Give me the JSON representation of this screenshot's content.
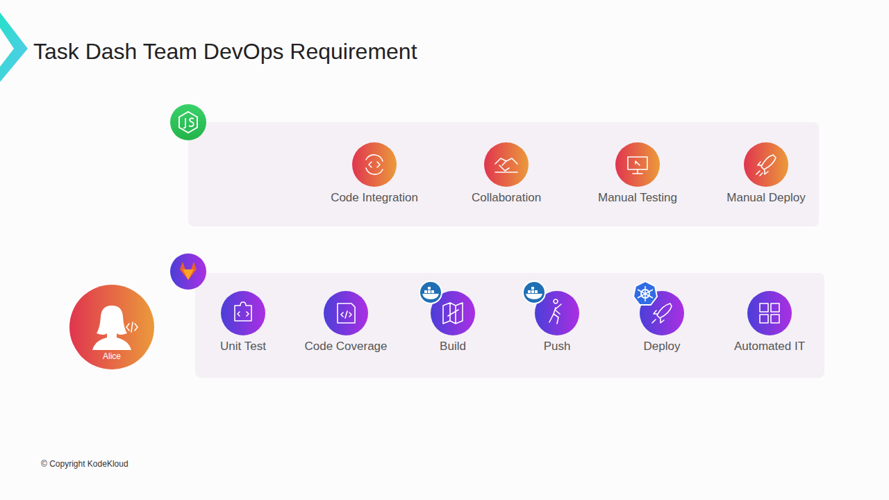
{
  "diagram": {
    "title": "Task Dash Team DevOps Requirement",
    "nodes": [
      {
        "text": [
          "Code Integration"
        ]
      },
      {
        "text": [
          "Collaboration"
        ]
      },
      {
        "text": [
          "Manual Testing"
        ]
      },
      {
        "text": [
          "Manual Deploy"
        ]
      },
      {
        "text": [
          "Alice"
        ]
      },
      {
        "text": [
          "Unit Test"
        ]
      },
      {
        "text": [
          "Code Coverage"
        ]
      },
      {
        "text": [
          "Build"
        ]
      },
      {
        "text": [
          "Push"
        ]
      },
      {
        "text": [
          "Deploy"
        ]
      },
      {
        "text": [
          "Automated IT"
        ]
      }
    ],
    "labels": [
      "© Copyright KodeKloud"
    ]
  }
}
